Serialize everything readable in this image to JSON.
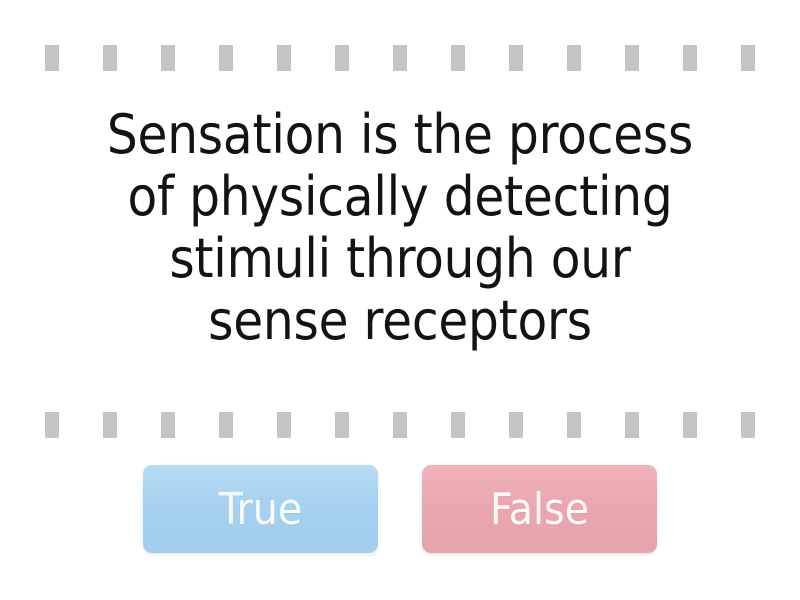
{
  "card": {
    "question_lines": [
      "Sensation is the process",
      "of physically detecting",
      "stimuli through our",
      "sense receptors"
    ],
    "question_full": "Sensation is the process of physically detecting stimuli through our sense receptors"
  },
  "separators": {
    "dash_count": 13,
    "dash_color": "#c4c4c4"
  },
  "answers": [
    {
      "label": "True",
      "color": "#a8d4ef",
      "text_color": "#ffffff"
    },
    {
      "label": "False",
      "color": "#eaa8b0",
      "text_color": "#ffffff"
    }
  ]
}
